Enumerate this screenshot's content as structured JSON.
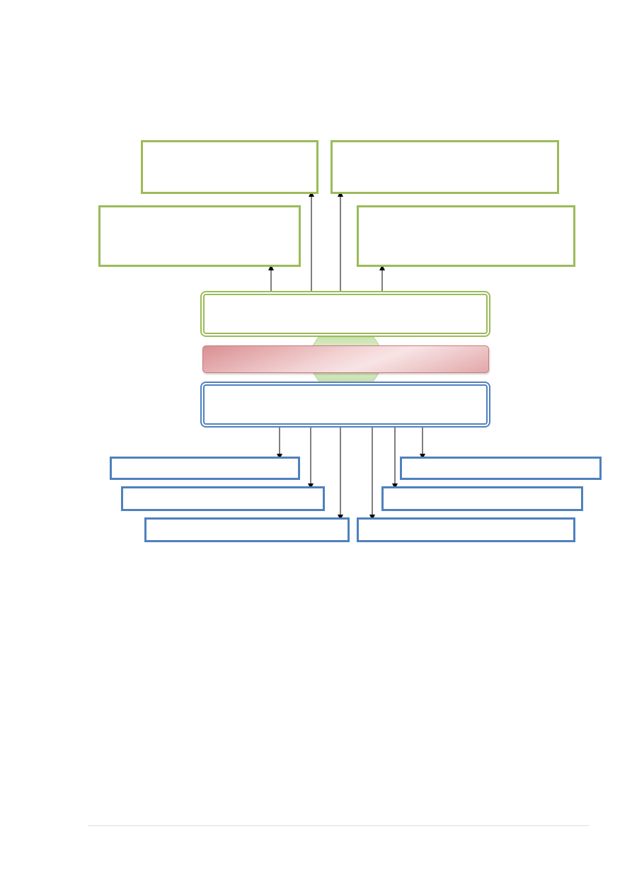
{
  "diagram": {
    "colors": {
      "green": "#9bbb59",
      "blue": "#4f81bd",
      "pink": "#e2a7a9",
      "arrow": "#000000"
    },
    "top_boxes": [
      {
        "id": "top-left",
        "text": ""
      },
      {
        "id": "top-right",
        "text": ""
      },
      {
        "id": "mid-left",
        "text": ""
      },
      {
        "id": "mid-right",
        "text": ""
      }
    ],
    "center": {
      "upper_text": "",
      "band_text": "",
      "lower_text": ""
    },
    "bottom_boxes": [
      {
        "id": "bottom-left-1",
        "text": ""
      },
      {
        "id": "bottom-left-2",
        "text": ""
      },
      {
        "id": "bottom-left-3",
        "text": ""
      },
      {
        "id": "bottom-right-1",
        "text": ""
      },
      {
        "id": "bottom-right-2",
        "text": ""
      },
      {
        "id": "bottom-right-3",
        "text": ""
      }
    ]
  }
}
